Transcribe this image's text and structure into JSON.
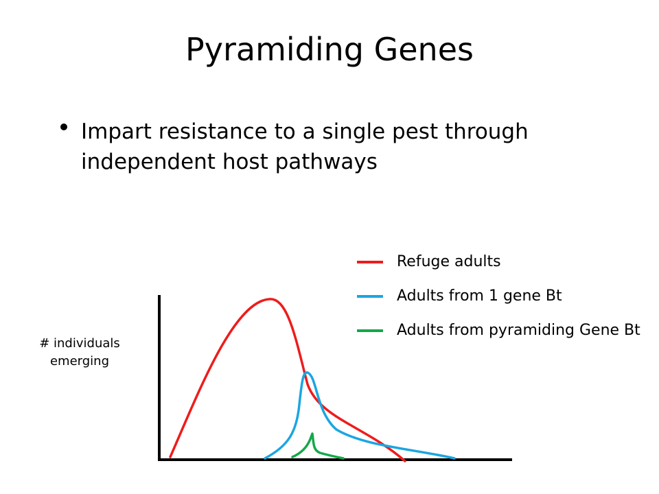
{
  "slide": {
    "title": "Pyramiding Genes",
    "bullet": "Impart resistance to a single pest through independent host pathways"
  },
  "chart_data": {
    "type": "line",
    "ylabel": "# individuals emerging",
    "xlabel": "",
    "legend": "right",
    "series": [
      {
        "name": "Refuge adults",
        "color": "#ee1c1c"
      },
      {
        "name": "Adults from 1 gene Bt",
        "color": "#1aa6e0"
      },
      {
        "name": "Adults from pyramiding Gene Bt",
        "color": "#14a84a"
      }
    ]
  }
}
